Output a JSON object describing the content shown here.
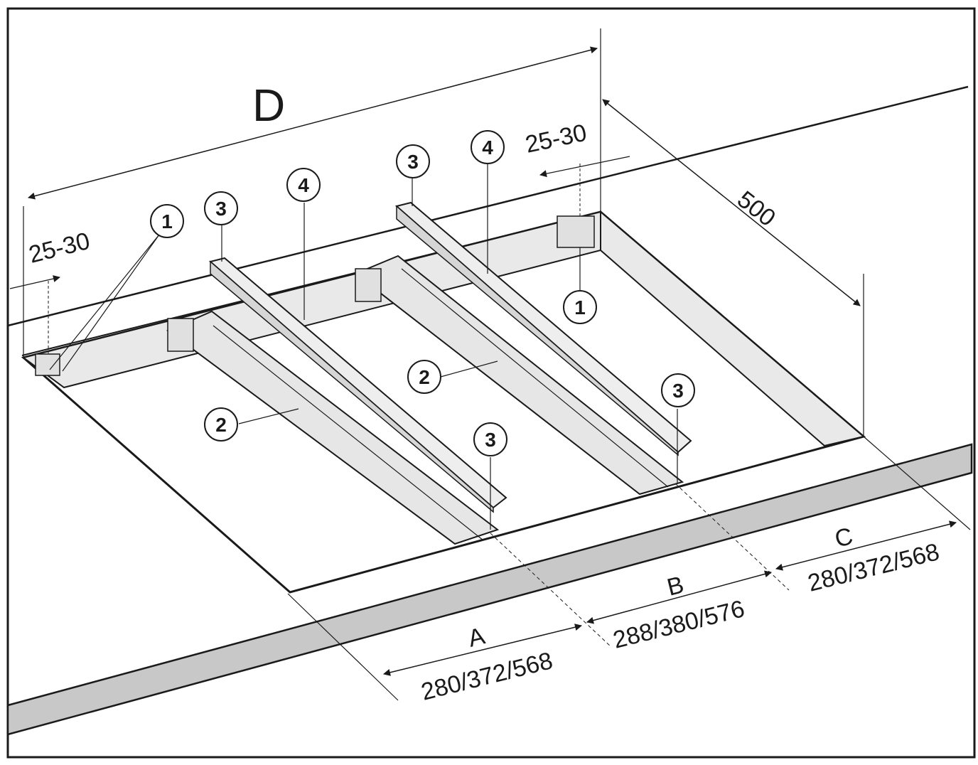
{
  "diagram": {
    "main_label": "D",
    "dimensions": {
      "edge_left": "25-30",
      "edge_right": "25-30",
      "depth": "500",
      "a_letter": "A",
      "a_value": "280/372/568",
      "b_letter": "B",
      "b_value": "288/380/576",
      "c_letter": "C",
      "c_value": "280/372/568"
    },
    "callouts": {
      "one_a": "1",
      "one_b": "1",
      "two_a": "2",
      "two_b": "2",
      "three_a": "3",
      "three_b": "3",
      "three_c": "3",
      "three_d": "3",
      "four_a": "4",
      "four_b": "4"
    },
    "colors": {
      "countertop_edge": "#c8c8c8",
      "rail": "#e6e6e6",
      "line": "#1a1a1a"
    }
  }
}
